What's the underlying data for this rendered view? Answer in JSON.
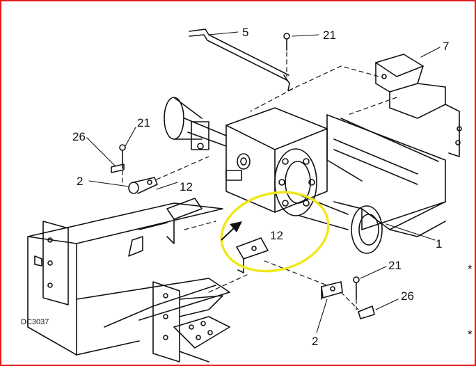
{
  "diagram": {
    "code": "DC3037",
    "highlight_color": "#f2e71a",
    "border_color": "#e21b1b",
    "callouts": {
      "c5": "5",
      "c21_top": "21",
      "c7": "7",
      "c21_left": "21",
      "c26_left": "26",
      "c2_left": "2",
      "c12_left": "12",
      "c12_center": "12",
      "c1": "1",
      "c21_right": "21",
      "c26_right": "26",
      "c2_bottom": "2",
      "star_1": "*",
      "star_2": "*"
    }
  }
}
